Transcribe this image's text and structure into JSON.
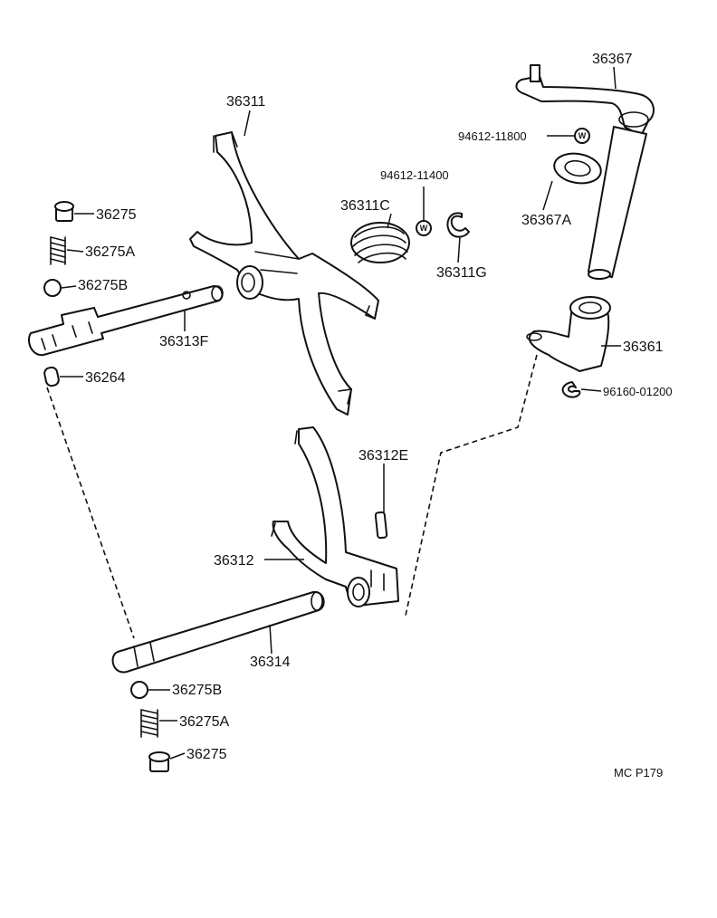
{
  "parts": {
    "p36311": "36311",
    "p36311C": "36311C",
    "p94612_11400": "94612-11400",
    "p36311G": "36311G",
    "p36367": "36367",
    "p94612_11800": "94612-11800",
    "p36367A": "36367A",
    "p36361": "36361",
    "p96160_01200": "96160-01200",
    "p36275_top": "36275",
    "p36275A_top": "36275A",
    "p36275B_top": "36275B",
    "p36313F": "36313F",
    "p36264": "36264",
    "p36312E": "36312E",
    "p36312": "36312",
    "p36314": "36314",
    "p36275B_bot": "36275B",
    "p36275A_bot": "36275A",
    "p36275_bot": "36275"
  },
  "washer_mark": "W",
  "drawing_code": "MC P179"
}
